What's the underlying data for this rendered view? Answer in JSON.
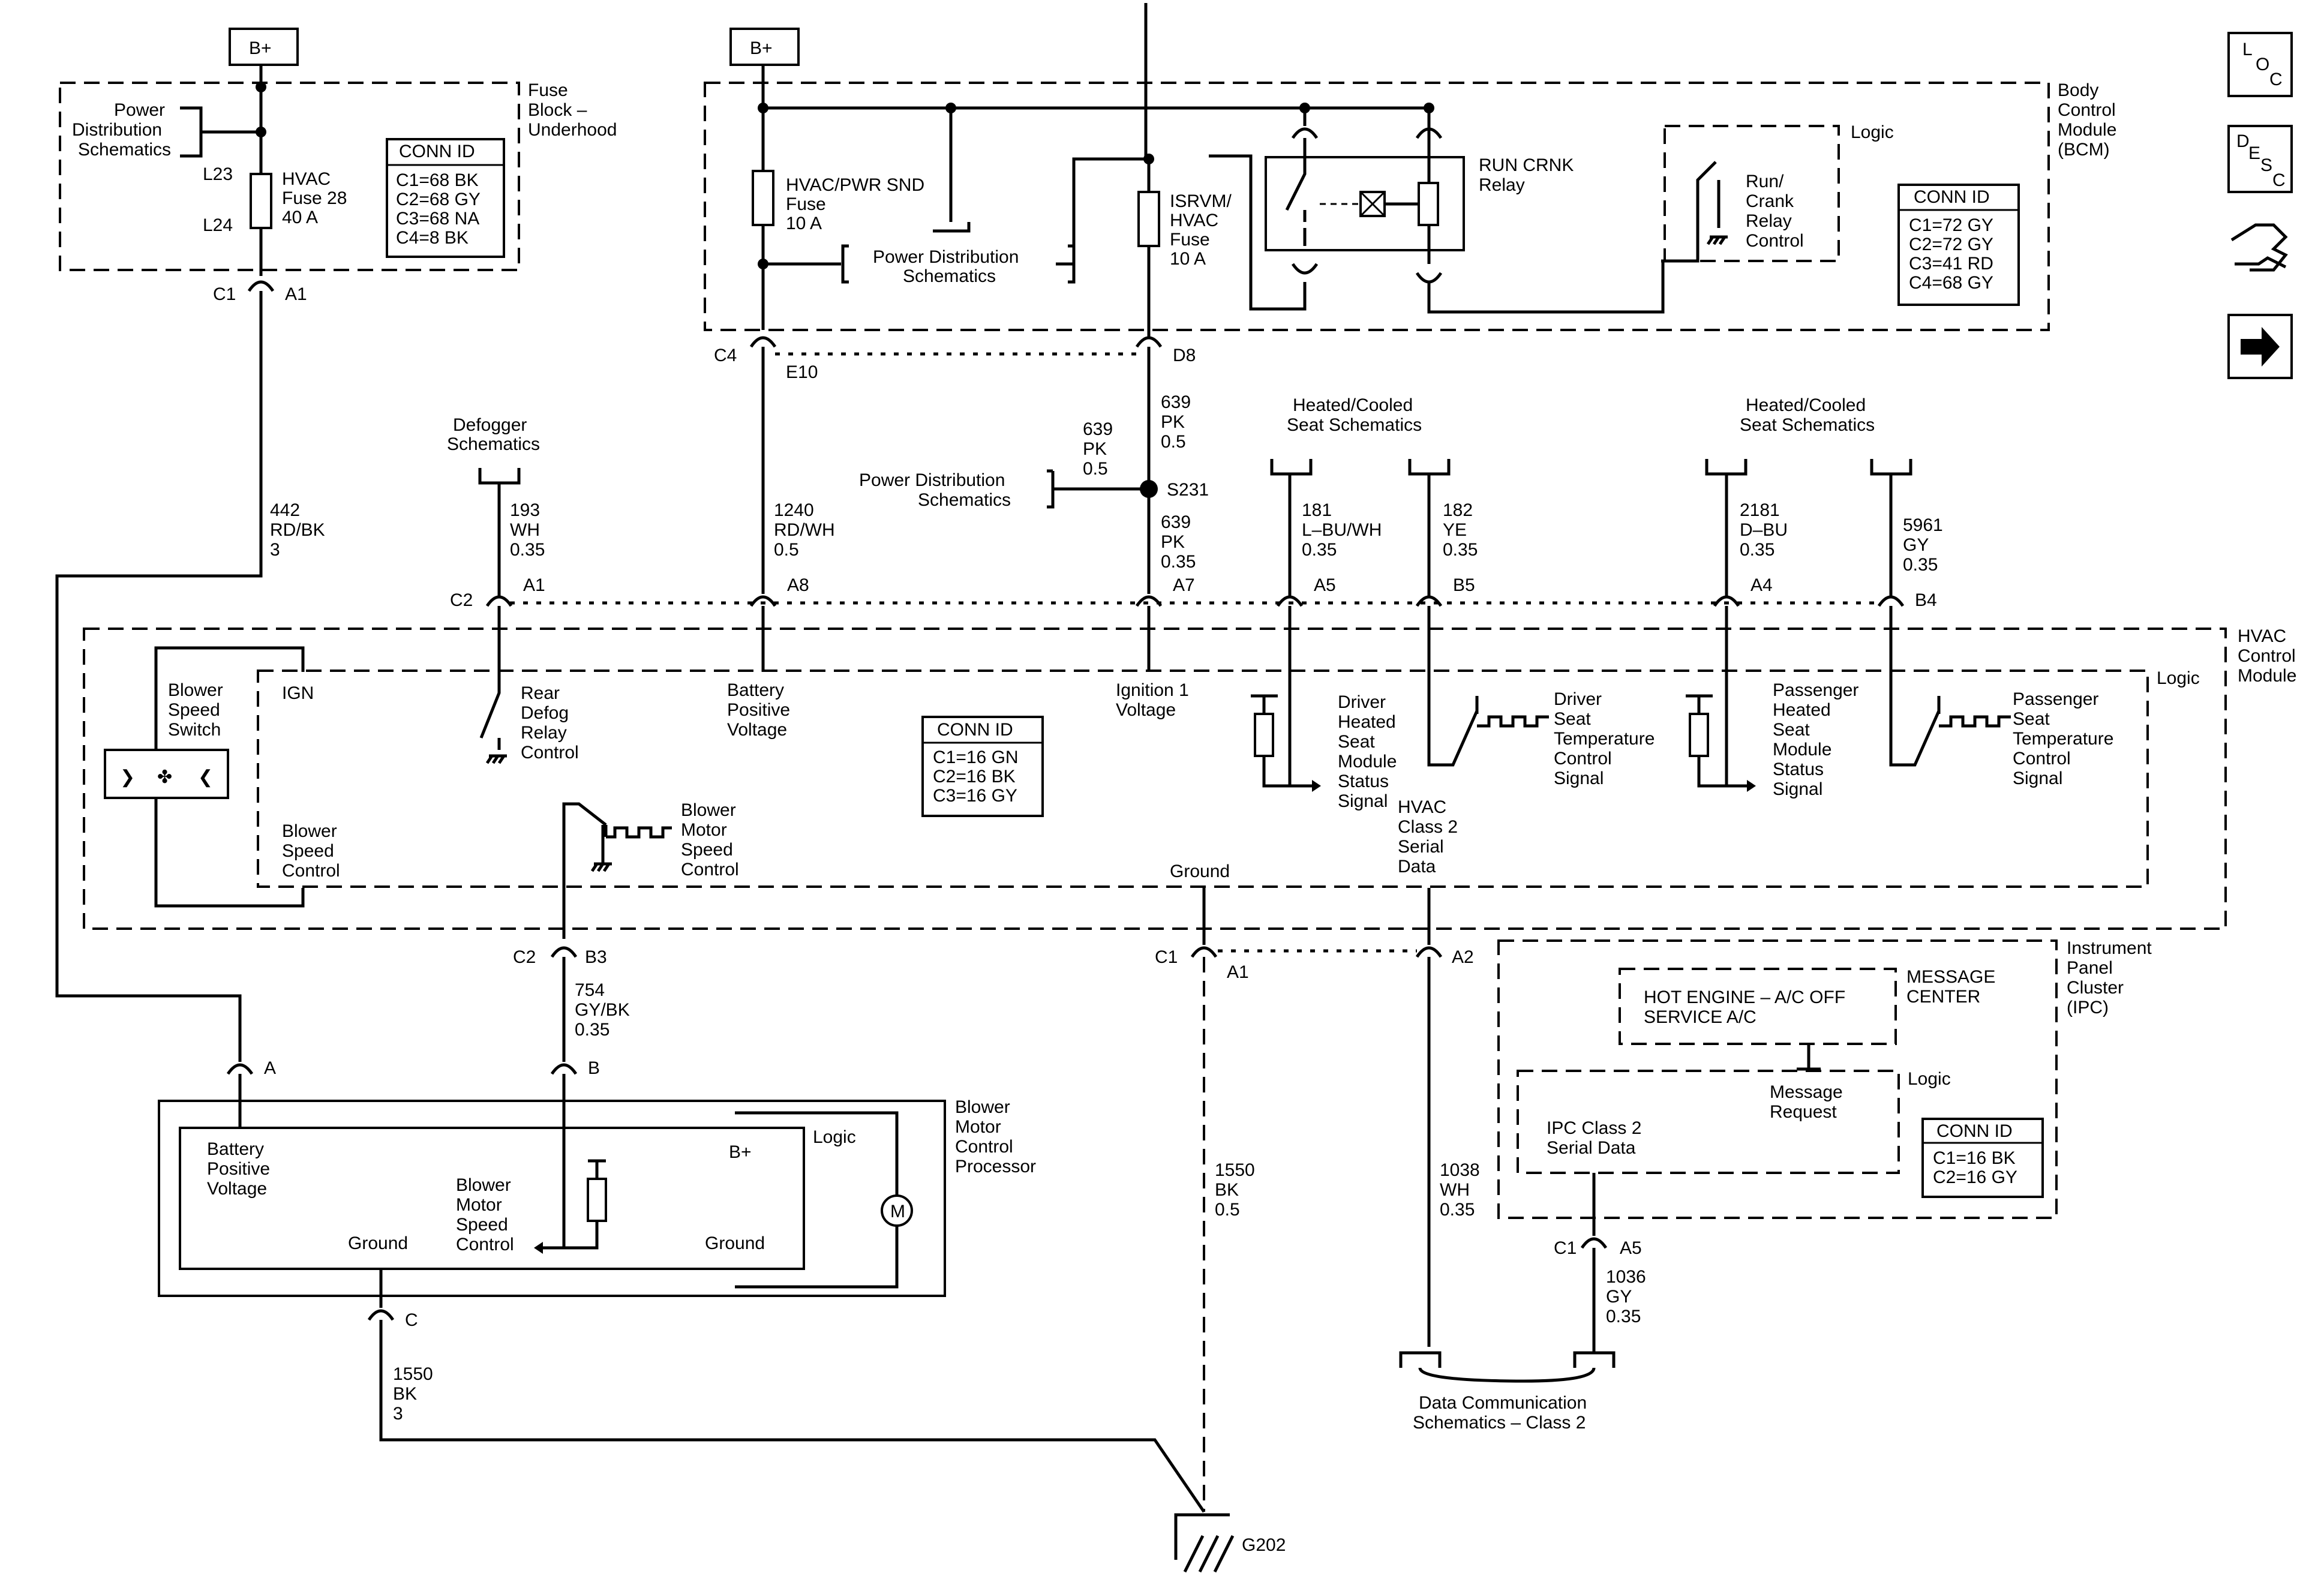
{
  "nav": {
    "loc": "L O C",
    "desc": "D E S C",
    "loc_l": "L",
    "loc_o": "O",
    "loc_c": "C",
    "desc_d": "D",
    "desc_e": "E",
    "desc_s": "S",
    "desc_c": "C"
  },
  "bplus": "B+",
  "fuse_block": {
    "title": [
      "Fuse",
      "Block –",
      "Underhood"
    ],
    "power_dist": [
      "Power",
      "Distribution",
      "Schematics"
    ],
    "l23": "L23",
    "l24": "L24",
    "fuse": [
      "HVAC",
      "Fuse 28",
      "40 A"
    ],
    "conn_title": "CONN ID",
    "conn": [
      "C1=68 BK",
      "C2=68 GY",
      "C3=68 NA",
      "C4=8 BK"
    ],
    "c1": "C1",
    "a1": "A1"
  },
  "bcm": {
    "title": [
      "Body",
      "Control",
      "Module",
      "(BCM)"
    ],
    "fuse1": [
      "HVAC/PWR SND",
      "Fuse",
      "10 A"
    ],
    "power_dist": [
      "Power Distribution",
      "Schematics"
    ],
    "fuse2": [
      "ISRVM/",
      "HVAC",
      "Fuse",
      "10 A"
    ],
    "relay": [
      "RUN CRNK",
      "Relay"
    ],
    "logic": "Logic",
    "relay_control": [
      "Run/",
      "Crank",
      "Relay",
      "Control"
    ],
    "conn_title": "CONN ID",
    "conn": [
      "C1=72 GY",
      "C2=72 GY",
      "C3=41 RD",
      "C4=68 GY"
    ],
    "c4": "C4",
    "e10": "E10",
    "d8": "D8"
  },
  "wires": {
    "w442": [
      "442",
      "RD/BK",
      "3"
    ],
    "w193": [
      "193",
      "WH",
      "0.35"
    ],
    "w1240": [
      "1240",
      "RD/WH",
      "0.5"
    ],
    "w639a": [
      "639",
      "PK",
      "0.5"
    ],
    "w639b": [
      "639",
      "PK",
      "0.5"
    ],
    "w639c": [
      "639",
      "PK",
      "0.35"
    ],
    "w181": [
      "181",
      "L–BU/WH",
      "0.35"
    ],
    "w182": [
      "182",
      "YE",
      "0.35"
    ],
    "w2181": [
      "2181",
      "D–BU",
      "0.35"
    ],
    "w5961": [
      "5961",
      "GY",
      "0.35"
    ],
    "w754": [
      "754",
      "GY/BK",
      "0.35"
    ],
    "w1550a": [
      "1550",
      "BK",
      "0.5"
    ],
    "w1038": [
      "1038",
      "WH",
      "0.35"
    ],
    "w1036": [
      "1036",
      "GY",
      "0.35"
    ],
    "w1550b": [
      "1550",
      "BK",
      "3"
    ]
  },
  "splice": {
    "s231": "S231",
    "power_dist": [
      "Power Distribution",
      "Schematics"
    ]
  },
  "refs": {
    "defogger": [
      "Defogger",
      "Schematics"
    ],
    "hc_seat1": [
      "Heated/Cooled",
      "Seat Schematics"
    ],
    "hc_seat2": [
      "Heated/Cooled",
      "Seat Schematics"
    ],
    "data_comm": [
      "Data Communication",
      "Schematics – Class 2"
    ]
  },
  "hvac": {
    "title": [
      "HVAC",
      "Control",
      "Module"
    ],
    "logic": "Logic",
    "c2": "C2",
    "a1": "A1",
    "a8": "A8",
    "a7": "A7",
    "a5": "A5",
    "b5": "B5",
    "a4": "A4",
    "b4": "B4",
    "blower_switch": [
      "Blower",
      "Speed",
      "Switch"
    ],
    "ign": "IGN",
    "rear_defog": [
      "Rear",
      "Defog",
      "Relay",
      "Control"
    ],
    "battery": [
      "Battery",
      "Positive",
      "Voltage"
    ],
    "ignition": [
      "Ignition 1",
      "Voltage"
    ],
    "drv_heated": [
      "Driver",
      "Heated",
      "Seat",
      "Module",
      "Status",
      "Signal"
    ],
    "drv_temp": [
      "Driver",
      "Seat",
      "Temperature",
      "Control",
      "Signal"
    ],
    "pas_heated": [
      "Passenger",
      "Heated",
      "Seat",
      "Module",
      "Status",
      "Signal"
    ],
    "pas_temp": [
      "Passenger",
      "Seat",
      "Temperature",
      "Control",
      "Signal"
    ],
    "conn_title": "CONN ID",
    "conn": [
      "C1=16 GN",
      "C2=16 BK",
      "C3=16 GY"
    ],
    "blower_speed_ctrl": [
      "Blower",
      "Speed",
      "Control"
    ],
    "blower_motor_ctrl": [
      "Blower",
      "Motor",
      "Speed",
      "Control"
    ],
    "ground": "Ground",
    "class2": [
      "HVAC",
      "Class 2",
      "Serial",
      "Data"
    ],
    "c2b": "C2",
    "b3": "B3",
    "c1": "C1",
    "a1b": "A1",
    "a2": "A2"
  },
  "ipc": {
    "title": [
      "Instrument",
      "Panel",
      "Cluster",
      "(IPC)"
    ],
    "msg": [
      "HOT ENGINE – A/C OFF",
      "SERVICE A/C"
    ],
    "msg_center": [
      "MESSAGE",
      "CENTER"
    ],
    "logic": "Logic",
    "msg_req": [
      "Message",
      "Request"
    ],
    "class2": [
      "IPC Class 2",
      "Serial Data"
    ],
    "conn_title": "CONN ID",
    "conn": [
      "C1=16 BK",
      "C2=16 GY"
    ],
    "c1": "C1",
    "a5": "A5"
  },
  "bmcp": {
    "title": [
      "Blower",
      "Motor",
      "Control",
      "Processor"
    ],
    "a": "A",
    "b": "B",
    "c": "C",
    "battery": [
      "Battery",
      "Positive",
      "Voltage"
    ],
    "bplus": "B+",
    "logic": "Logic",
    "motor": "M",
    "speed_ctrl": [
      "Blower",
      "Motor",
      "Speed",
      "Control"
    ],
    "ground1": "Ground",
    "ground2": "Ground"
  },
  "g202": "G202"
}
